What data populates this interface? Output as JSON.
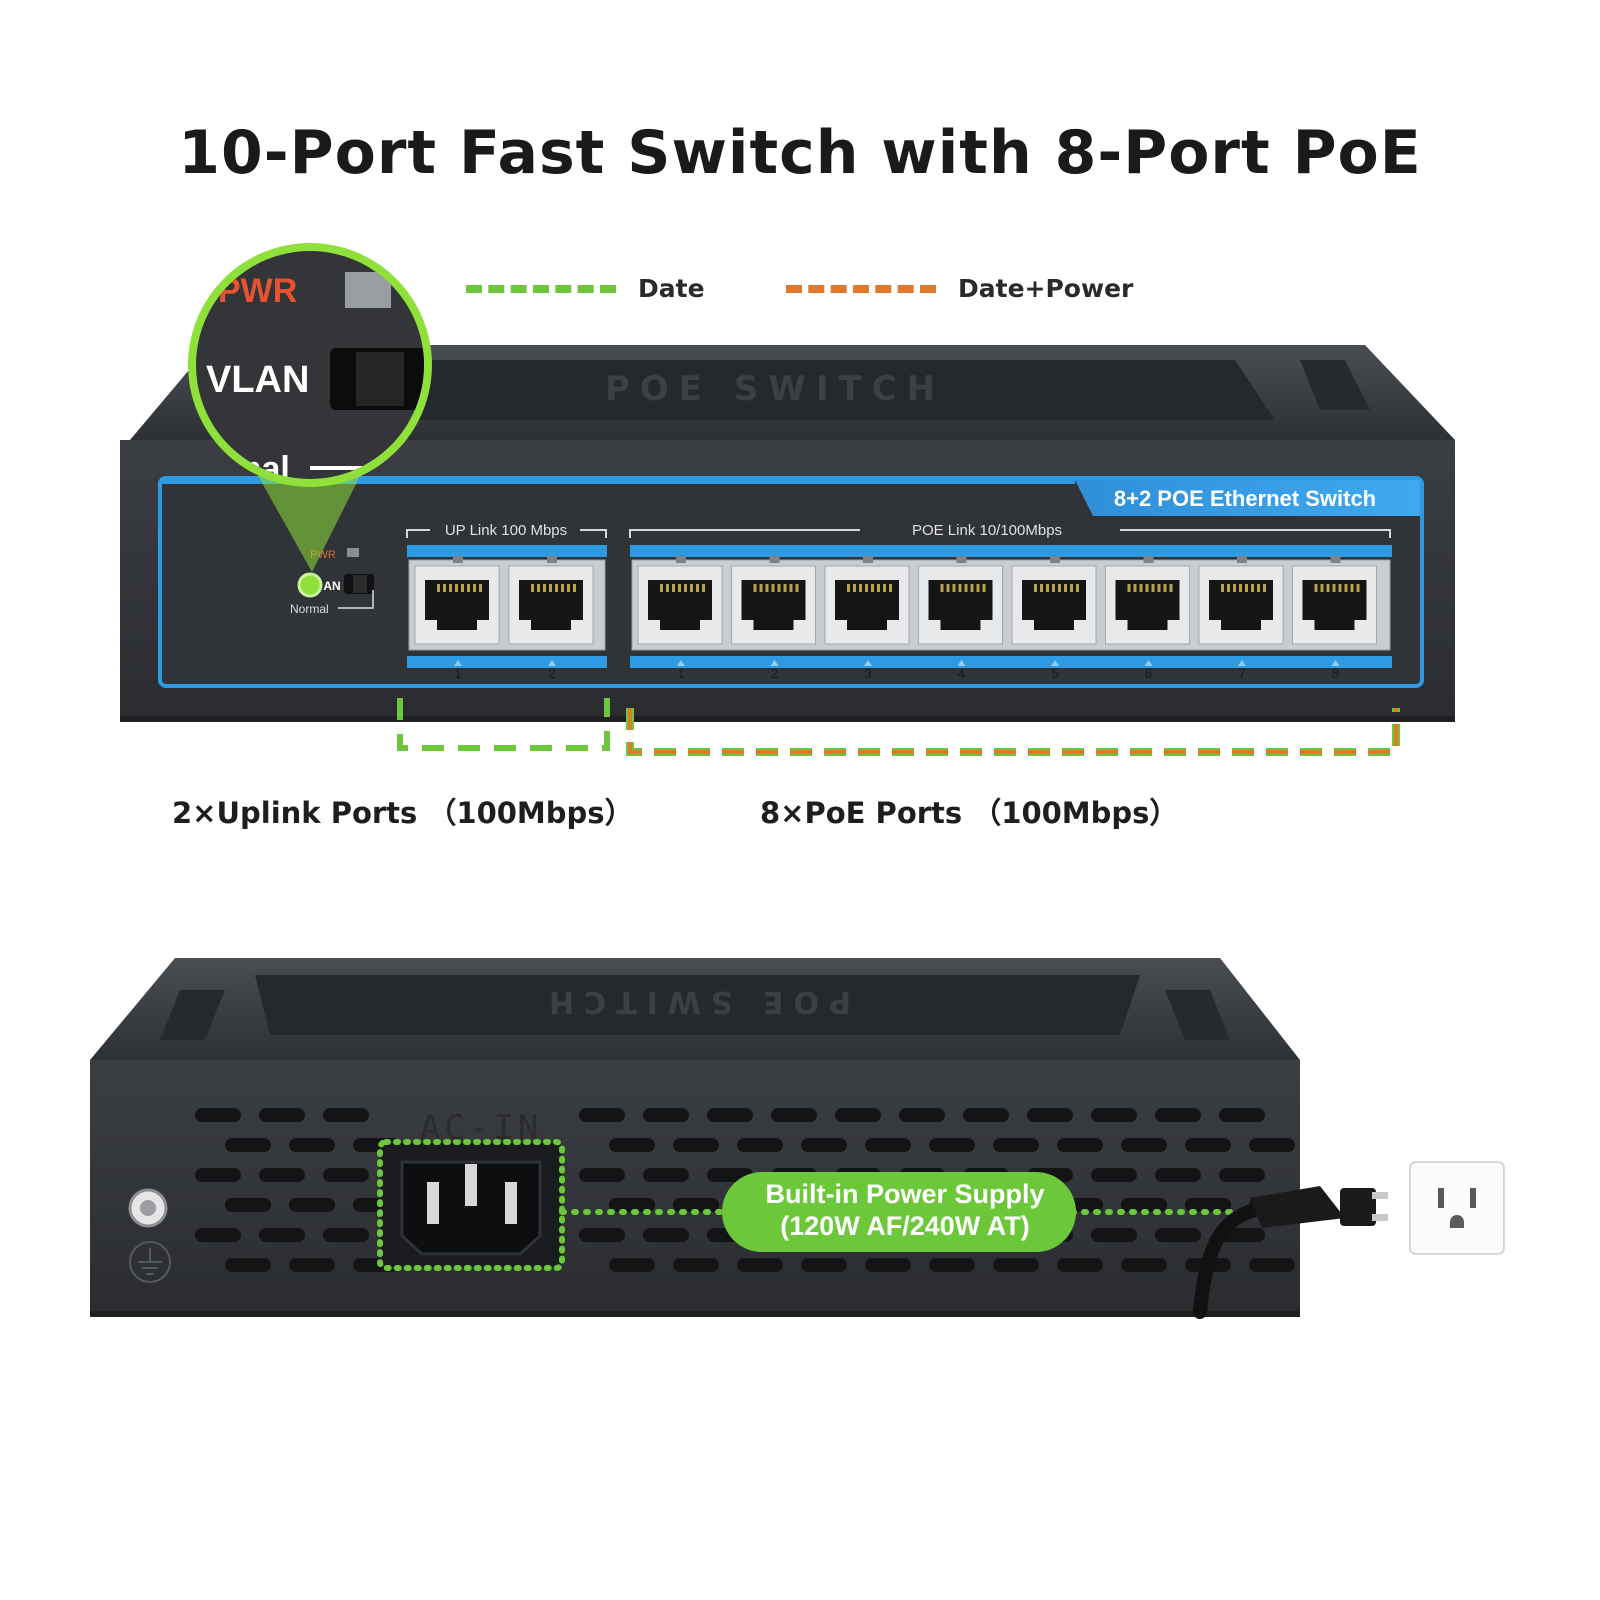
{
  "headline": "10-Port Fast Switch with 8-Port PoE",
  "legend": {
    "data_label": "Date",
    "data_power_label": "Date+Power",
    "data_color": "#6cc83a",
    "power_color": "#e2782a"
  },
  "front_panel": {
    "lid_text": "POE SWITCH",
    "banner": "8+2 POE Ethernet Switch",
    "uplink_header": "UP Link 100 Mbps",
    "poe_header": "POE Link 10/100Mbps",
    "pwr_label": "PWR",
    "vlan_label": "VLAN",
    "normal_label": "Normal",
    "zoom_pwr": "PWR",
    "zoom_vlan": "VLAN",
    "zoom_normal": "rmal",
    "uplink_ports": [
      "1",
      "2"
    ],
    "poe_ports": [
      "1",
      "2",
      "3",
      "4",
      "5",
      "6",
      "7",
      "8"
    ]
  },
  "captions": {
    "uplink": "2×Uplink Ports （100Mbps）",
    "poe": "8×PoE Ports （100Mbps）"
  },
  "rear_panel": {
    "lid_text": "POE SWITCH",
    "ac_in": "AC-IN",
    "power_badge_line1": "Built-in Power Supply",
    "power_badge_line2": "(120W AF/240W AT)"
  }
}
